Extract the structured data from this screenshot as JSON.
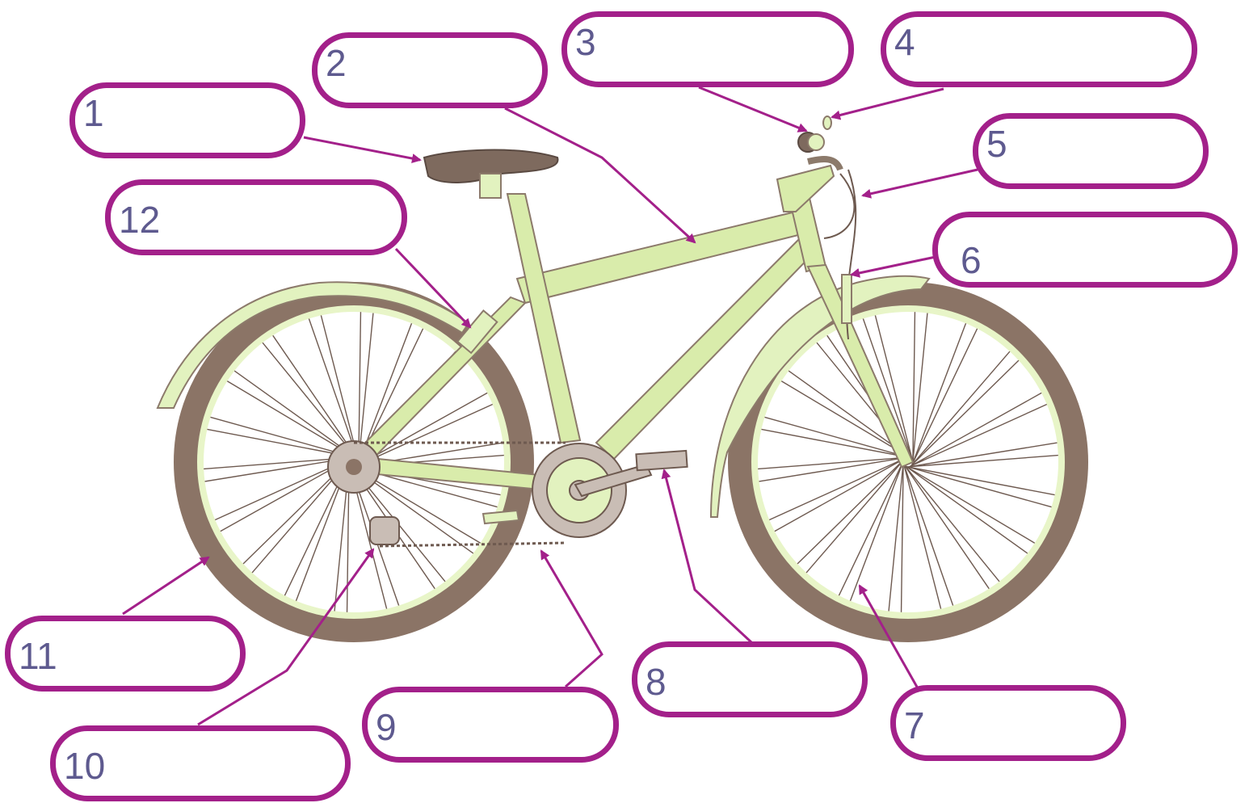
{
  "labels": [
    {
      "number": "1"
    },
    {
      "number": "2"
    },
    {
      "number": "3"
    },
    {
      "number": "4"
    },
    {
      "number": "5"
    },
    {
      "number": "6"
    },
    {
      "number": "7"
    },
    {
      "number": "8"
    },
    {
      "number": "9"
    },
    {
      "number": "10"
    },
    {
      "number": "11"
    },
    {
      "number": "12"
    }
  ],
  "colors": {
    "box_border": "#a3208a",
    "number_text": "#5e5a8f",
    "pointer": "#a3208a",
    "frame": "#d9ecab",
    "frame_outline": "#8c7a6b",
    "tyre": "#8b7466",
    "rim": "#e8f5c8",
    "spoke": "#6e5a50",
    "saddle": "#7e6a5e",
    "crank": "#c9bdb5"
  }
}
